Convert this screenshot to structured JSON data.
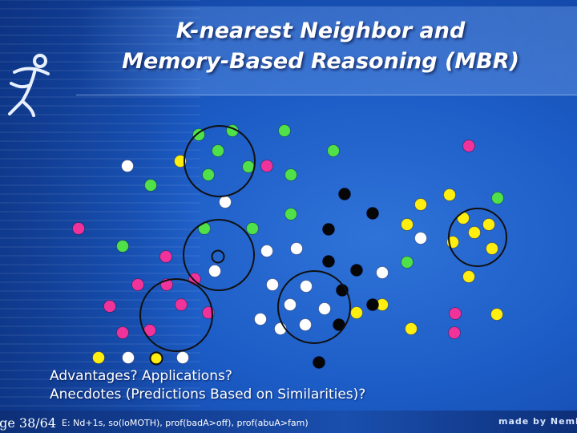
{
  "slide": {
    "title_line1": "K-nearest Neighbor and",
    "title_line2": "Memory-Based Reasoning (MBR)",
    "footnote_line1": "Advantages? Applications?",
    "footnote_line2": "Anecdotes (Predictions Based on Similarities)?",
    "page_label": "ge 38/64",
    "bottom_text": "E: Nd+1s, so(loMOTH), prof(badA>off), prof(abuA>fam)",
    "watermark": "made by Nemko"
  },
  "colors": {
    "green": "#4fe04a",
    "yellow": "#ffee10",
    "pink": "#f0339a",
    "white": "#ffffff",
    "black": "#060606",
    "circle_stroke": "#101010"
  },
  "scatter": {
    "green": [
      [
        248,
        168
      ],
      [
        290,
        163
      ],
      [
        355,
        163
      ],
      [
        272,
        188
      ],
      [
        416,
        188
      ],
      [
        260,
        218
      ],
      [
        310,
        208
      ],
      [
        363,
        218
      ],
      [
        188,
        231
      ],
      [
        621,
        247
      ],
      [
        363,
        267
      ],
      [
        255,
        285
      ],
      [
        315,
        285
      ],
      [
        153,
        307
      ],
      [
        508,
        327
      ]
    ],
    "yellow": [
      [
        225,
        201
      ],
      [
        561,
        243
      ],
      [
        525,
        255
      ],
      [
        578,
        272
      ],
      [
        508,
        280
      ],
      [
        610,
        280
      ],
      [
        592,
        290
      ],
      [
        565,
        302
      ],
      [
        614,
        310
      ],
      [
        585,
        345
      ],
      [
        477,
        380
      ],
      [
        445,
        390
      ],
      [
        620,
        392
      ],
      [
        513,
        410
      ],
      [
        123,
        446
      ],
      [
        195,
        446
      ]
    ],
    "pink": [
      [
        585,
        182
      ],
      [
        333,
        207
      ],
      [
        98,
        285
      ],
      [
        207,
        320
      ],
      [
        172,
        355
      ],
      [
        208,
        355
      ],
      [
        243,
        348
      ],
      [
        137,
        382
      ],
      [
        226,
        380
      ],
      [
        260,
        390
      ],
      [
        153,
        415
      ],
      [
        187,
        412
      ],
      [
        568,
        391
      ],
      [
        567,
        415
      ]
    ],
    "white": [
      [
        159,
        207
      ],
      [
        281,
        252
      ],
      [
        525,
        297
      ],
      [
        333,
        313
      ],
      [
        370,
        310
      ],
      [
        268,
        338
      ],
      [
        477,
        340
      ],
      [
        340,
        355
      ],
      [
        382,
        357
      ],
      [
        362,
        380
      ],
      [
        405,
        385
      ],
      [
        325,
        398
      ],
      [
        350,
        410
      ],
      [
        381,
        405
      ],
      [
        160,
        446
      ],
      [
        228,
        446
      ]
    ],
    "black": [
      [
        430,
        242
      ],
      [
        465,
        266
      ],
      [
        410,
        286
      ],
      [
        410,
        326
      ],
      [
        445,
        337
      ],
      [
        427,
        362
      ],
      [
        465,
        380
      ],
      [
        423,
        405
      ],
      [
        398,
        452
      ]
    ],
    "hollow": [
      [
        272,
        320
      ],
      [
        195,
        447
      ]
    ],
    "circles": [
      [
        274,
        201,
        44
      ],
      [
        273,
        318,
        44
      ],
      [
        392,
        383,
        45
      ],
      [
        220,
        393,
        45
      ],
      [
        596,
        296,
        36
      ]
    ]
  }
}
